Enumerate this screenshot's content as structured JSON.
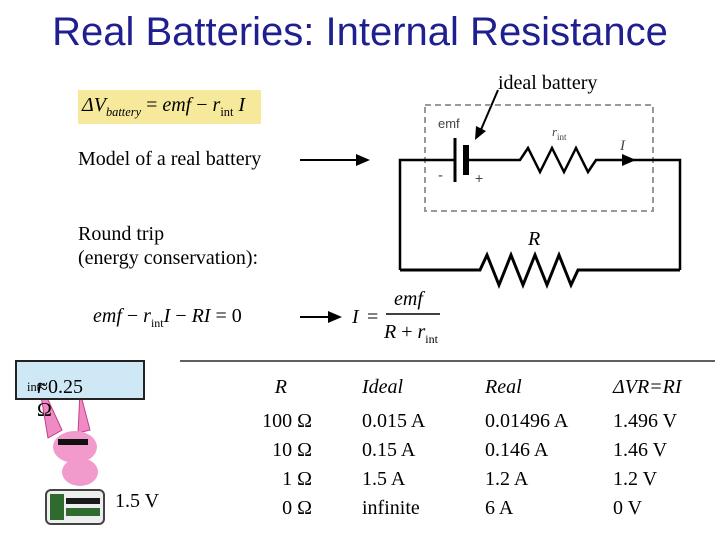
{
  "title": "Real Batteries: Internal Resistance",
  "equation_box": {
    "lhs": "ΔV",
    "lhs_sub": "battery",
    "rhs_a": "emf",
    "rhs_b": "r",
    "rhs_b_sub": "int",
    "rhs_c": "I",
    "color": "#f6e99b"
  },
  "labels": {
    "ideal_battery": "ideal battery",
    "model": "Model of a real battery",
    "round_trip_1": "Round trip",
    "round_trip_2": "(energy conservation):",
    "R": "R"
  },
  "circuit": {
    "emf": "emf",
    "r": "r",
    "r_sub": "int",
    "current": "I",
    "minus": "-",
    "plus": "+"
  },
  "loop_equation": {
    "a": "emf",
    "b": "r",
    "b_sub": "int",
    "c": "I",
    "d": "RI",
    "rhs": "0"
  },
  "current_equation": {
    "lhs": "I",
    "num": "emf",
    "den_a": "R",
    "den_b": "r",
    "den_b_sub": "int"
  },
  "rint_box": {
    "r": "r",
    "sub": "int",
    "value": "≈0.25 Ω",
    "color": "#cfe8f5"
  },
  "battery_voltage": "1.5 V",
  "table": {
    "headers": {
      "R": "R",
      "ideal": "Ideal",
      "real": "Real",
      "vr": "ΔVR=RI"
    },
    "rows": [
      {
        "R": "100 Ω",
        "ideal": "0.015 A",
        "real": "0.01496 A",
        "vr": "1.496 V"
      },
      {
        "R": "10 Ω",
        "ideal": "0.15 A",
        "real": "0.146 A",
        "vr": "1.46 V"
      },
      {
        "R": "1 Ω",
        "ideal": "1.5 A",
        "real": "1.2 A",
        "vr": "1.2 V"
      },
      {
        "R": "0 Ω",
        "ideal": "infinite",
        "real": "6 A",
        "vr": "0 V"
      }
    ]
  },
  "colors": {
    "title": "#1f1f8f",
    "box_border": "#999999"
  }
}
